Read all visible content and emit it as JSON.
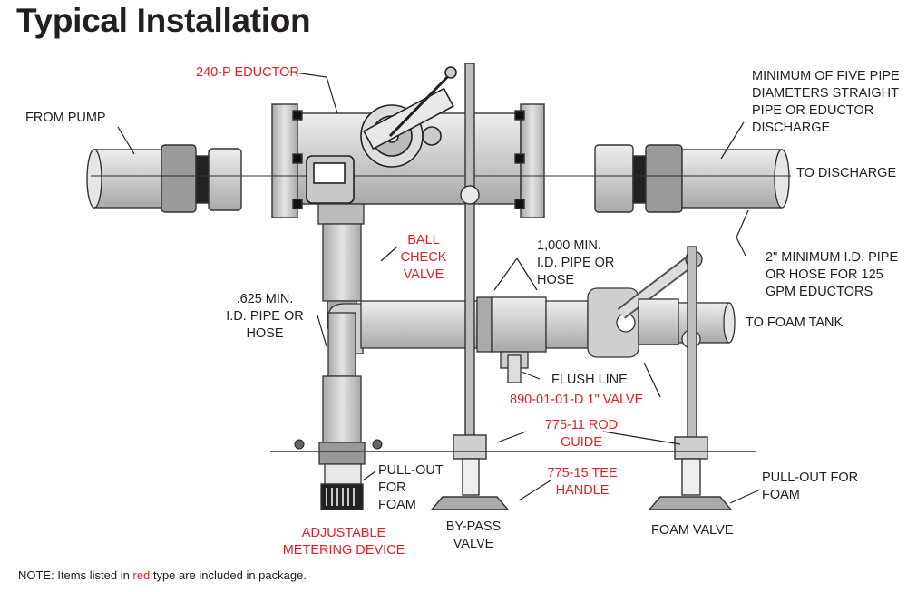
{
  "title": "Typical Installation",
  "labels": {
    "eductor": "240-P EDUCTOR",
    "from_pump": "FROM PUMP",
    "min_five_pipe": "MINIMUM OF FIVE PIPE\nDIAMETERS STRAIGHT\nPIPE OR EDUCTOR\nDISCHARGE",
    "to_discharge": "TO DISCHARGE",
    "two_inch_min": "2\" MINIMUM I.D. PIPE\nOR HOSE FOR 125\nGPM EDUCTORS",
    "ball_check_valve": "BALL\nCHECK\nVALVE",
    "thousand_min": "1,000 MIN.\nI.D. PIPE OR\nHOSE",
    "to_foam_tank": "TO FOAM TANK",
    "point625_min": ".625 MIN.\nI.D. PIPE OR\nHOSE",
    "flush_line": "FLUSH LINE",
    "valve_890": "890-01-01-D 1\" VALVE",
    "rod_guide": "775-11 ROD\nGUIDE",
    "tee_handle": "775-15 TEE\nHANDLE",
    "pullout_left": "PULL-OUT\nFOR\nFOAM",
    "pullout_right": "PULL-OUT FOR\nFOAM",
    "adjustable": "ADJUSTABLE\nMETERING DEVICE",
    "bypass": "BY-PASS\nVALVE",
    "foam_valve": "FOAM VALVE"
  },
  "note": {
    "prefix": "NOTE:  Items listed in ",
    "red_word": "red",
    "suffix": " type are included in package."
  },
  "colors": {
    "red_label": "#e21f26",
    "text": "#231f20",
    "pipe_fill": "#d4d4d4",
    "dark": "#2a2a2a"
  }
}
